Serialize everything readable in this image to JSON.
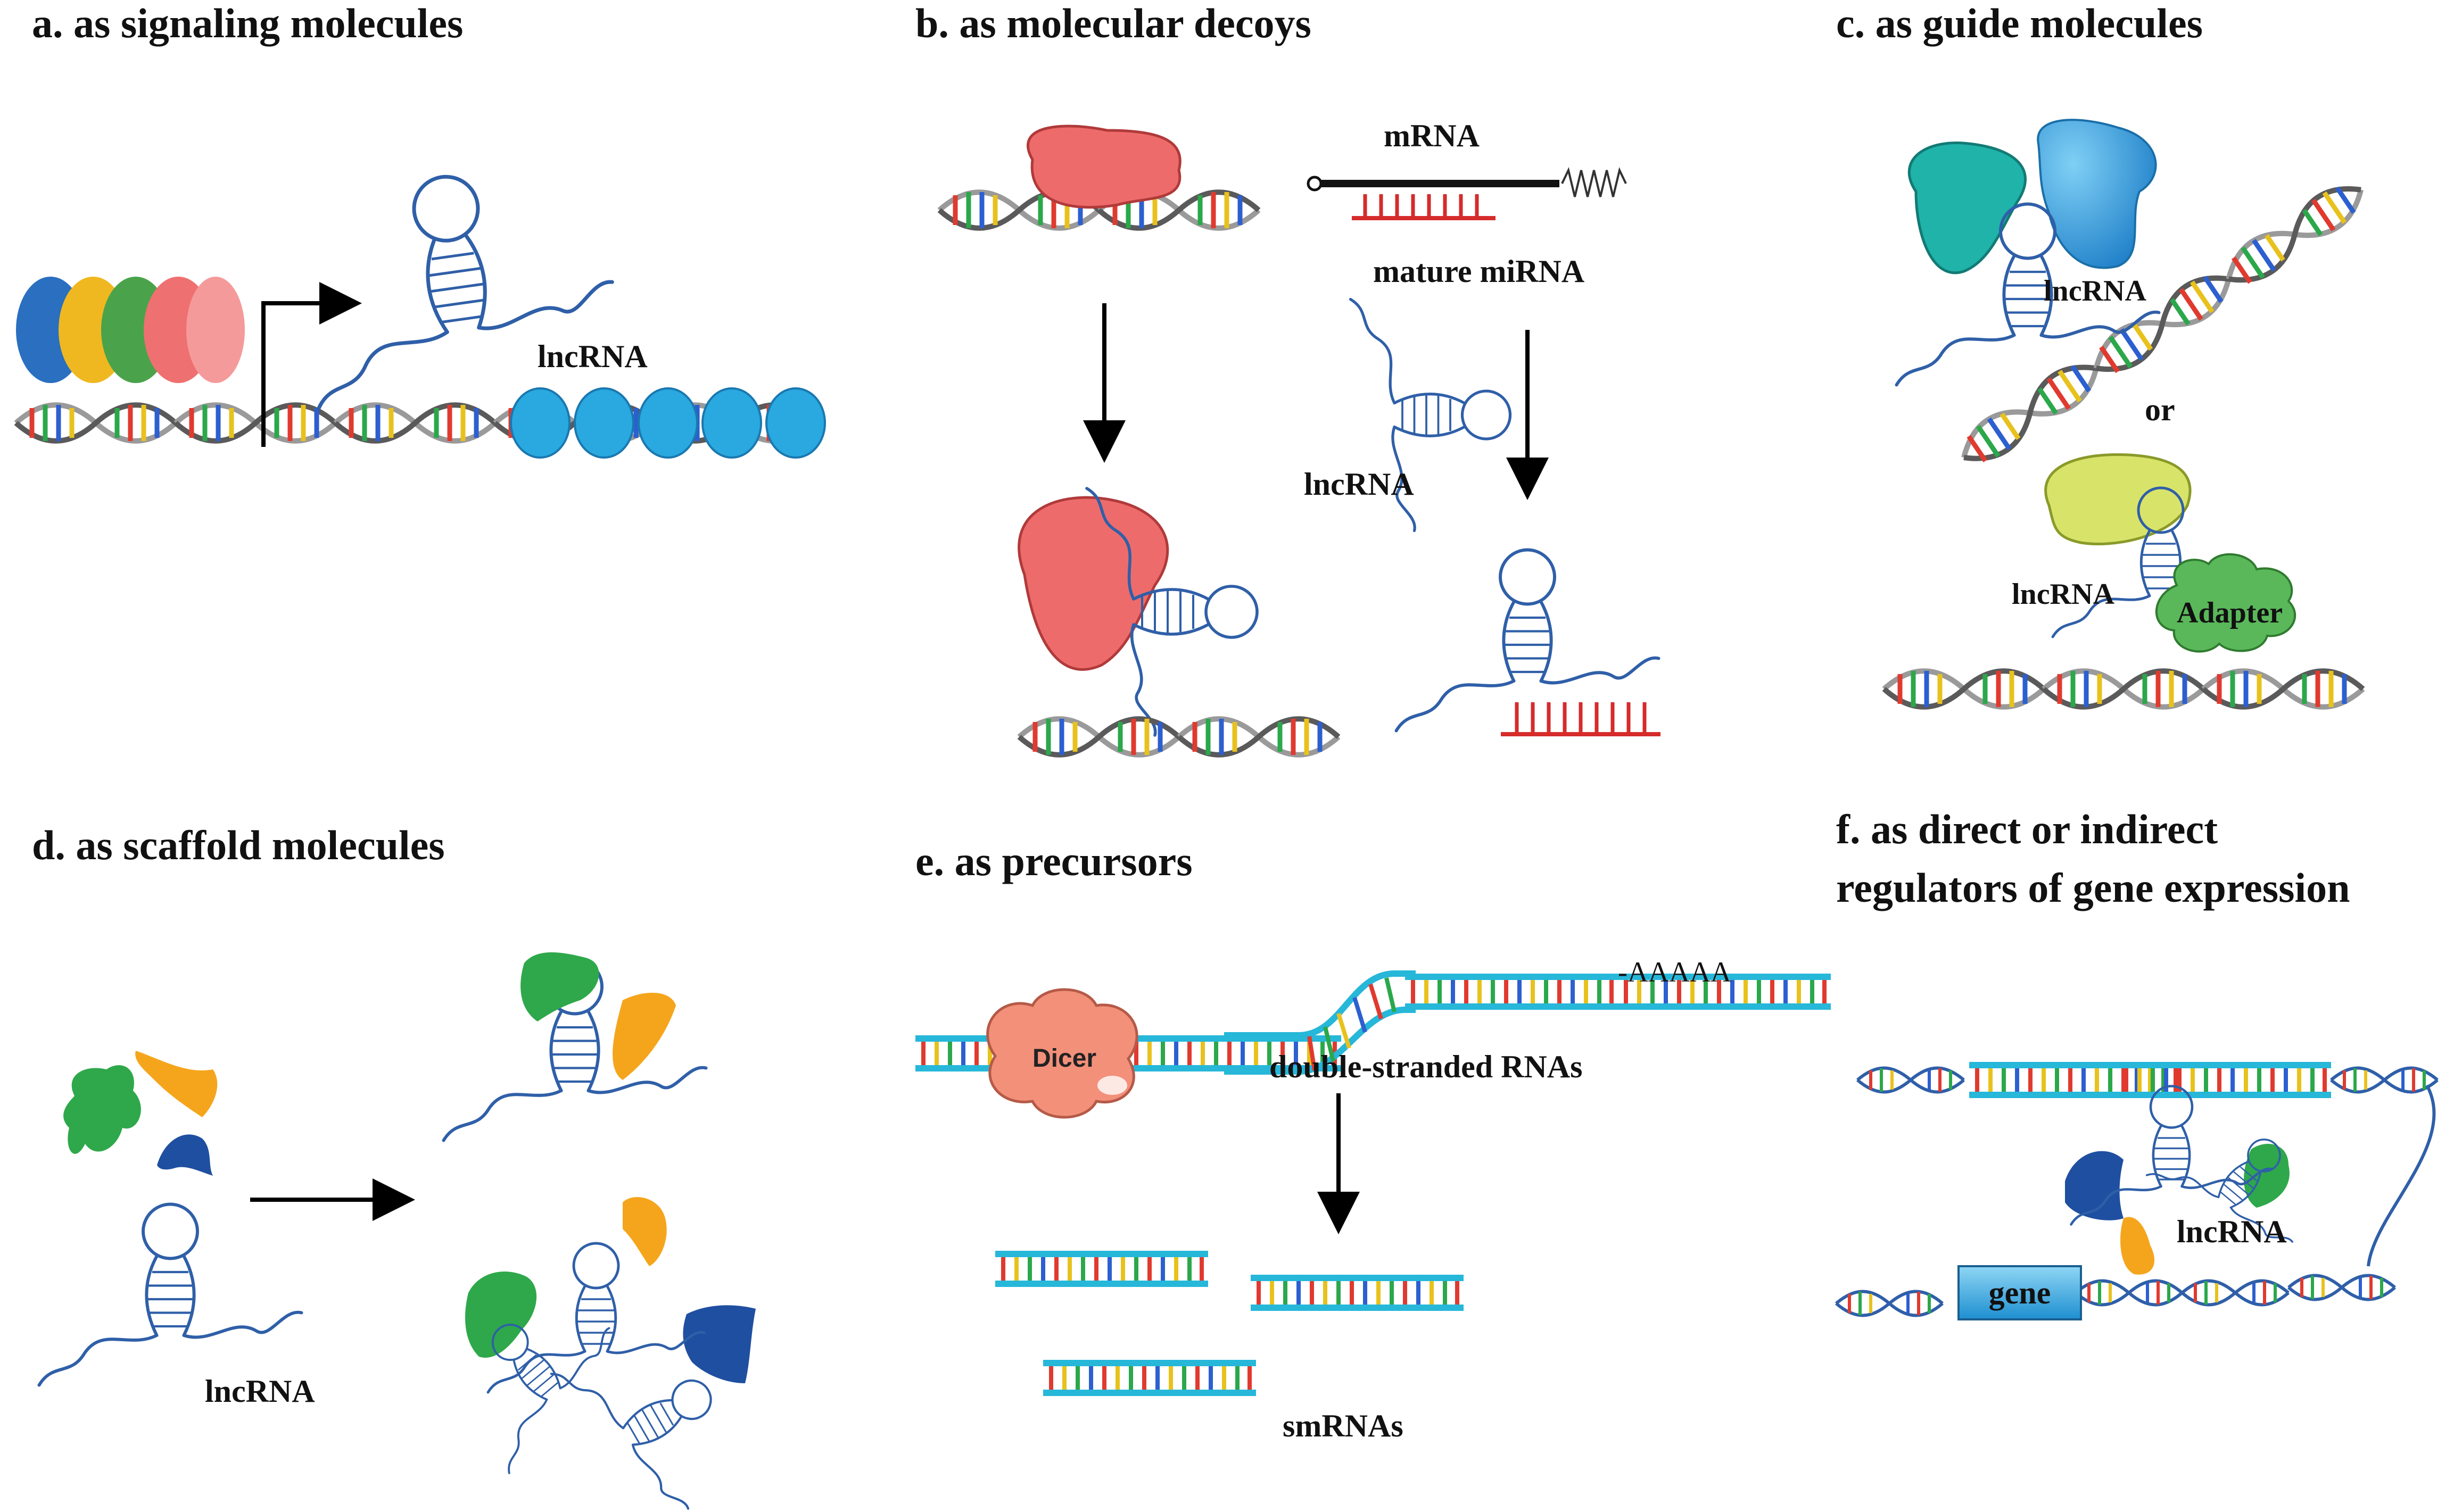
{
  "panels": {
    "a": {
      "title": "a. as signaling molecules",
      "lncrna": "lncRNA"
    },
    "b": {
      "title": "b. as molecular decoys",
      "mrna": "mRNA",
      "mirna": "mature miRNA",
      "lncrna": "lncRNA"
    },
    "c": {
      "title": "c. as guide molecules",
      "lncrna_top": "lncRNA",
      "or": "or",
      "lncrna_bottom": "lncRNA",
      "adapter": "Adapter"
    },
    "d": {
      "title": "d. as scaffold molecules",
      "lncrna": "lncRNA"
    },
    "e": {
      "title": "e. as precursors",
      "dicer": "Dicer",
      "polya": "-AAAAA",
      "dsrna": "double-stranded RNAs",
      "smrnas": "smRNAs"
    },
    "f": {
      "title_line1": "f. as direct or indirect",
      "title_line2": "regulators of gene expression",
      "lncrna": "lncRNA",
      "gene": "gene"
    }
  },
  "colors": {
    "rna_strand": "#2f5fa8",
    "protein_red": "#ee6b6b",
    "protein_teal": "#1fb3aa",
    "protein_blue": "#2a8fd6",
    "protein_yellow": "#d8e36a",
    "adapter_green": "#5ab85a",
    "mirna_red": "#d62b2b",
    "scaffold_green": "#2ea84a",
    "scaffold_orange": "#f5a51c",
    "scaffold_navy": "#1f4fa0",
    "dicer": "#f3907a",
    "dsrna_cyan": "#26b7d9",
    "gene_box": "#2a9fd8",
    "nucleosome": "#2aa8e0"
  }
}
